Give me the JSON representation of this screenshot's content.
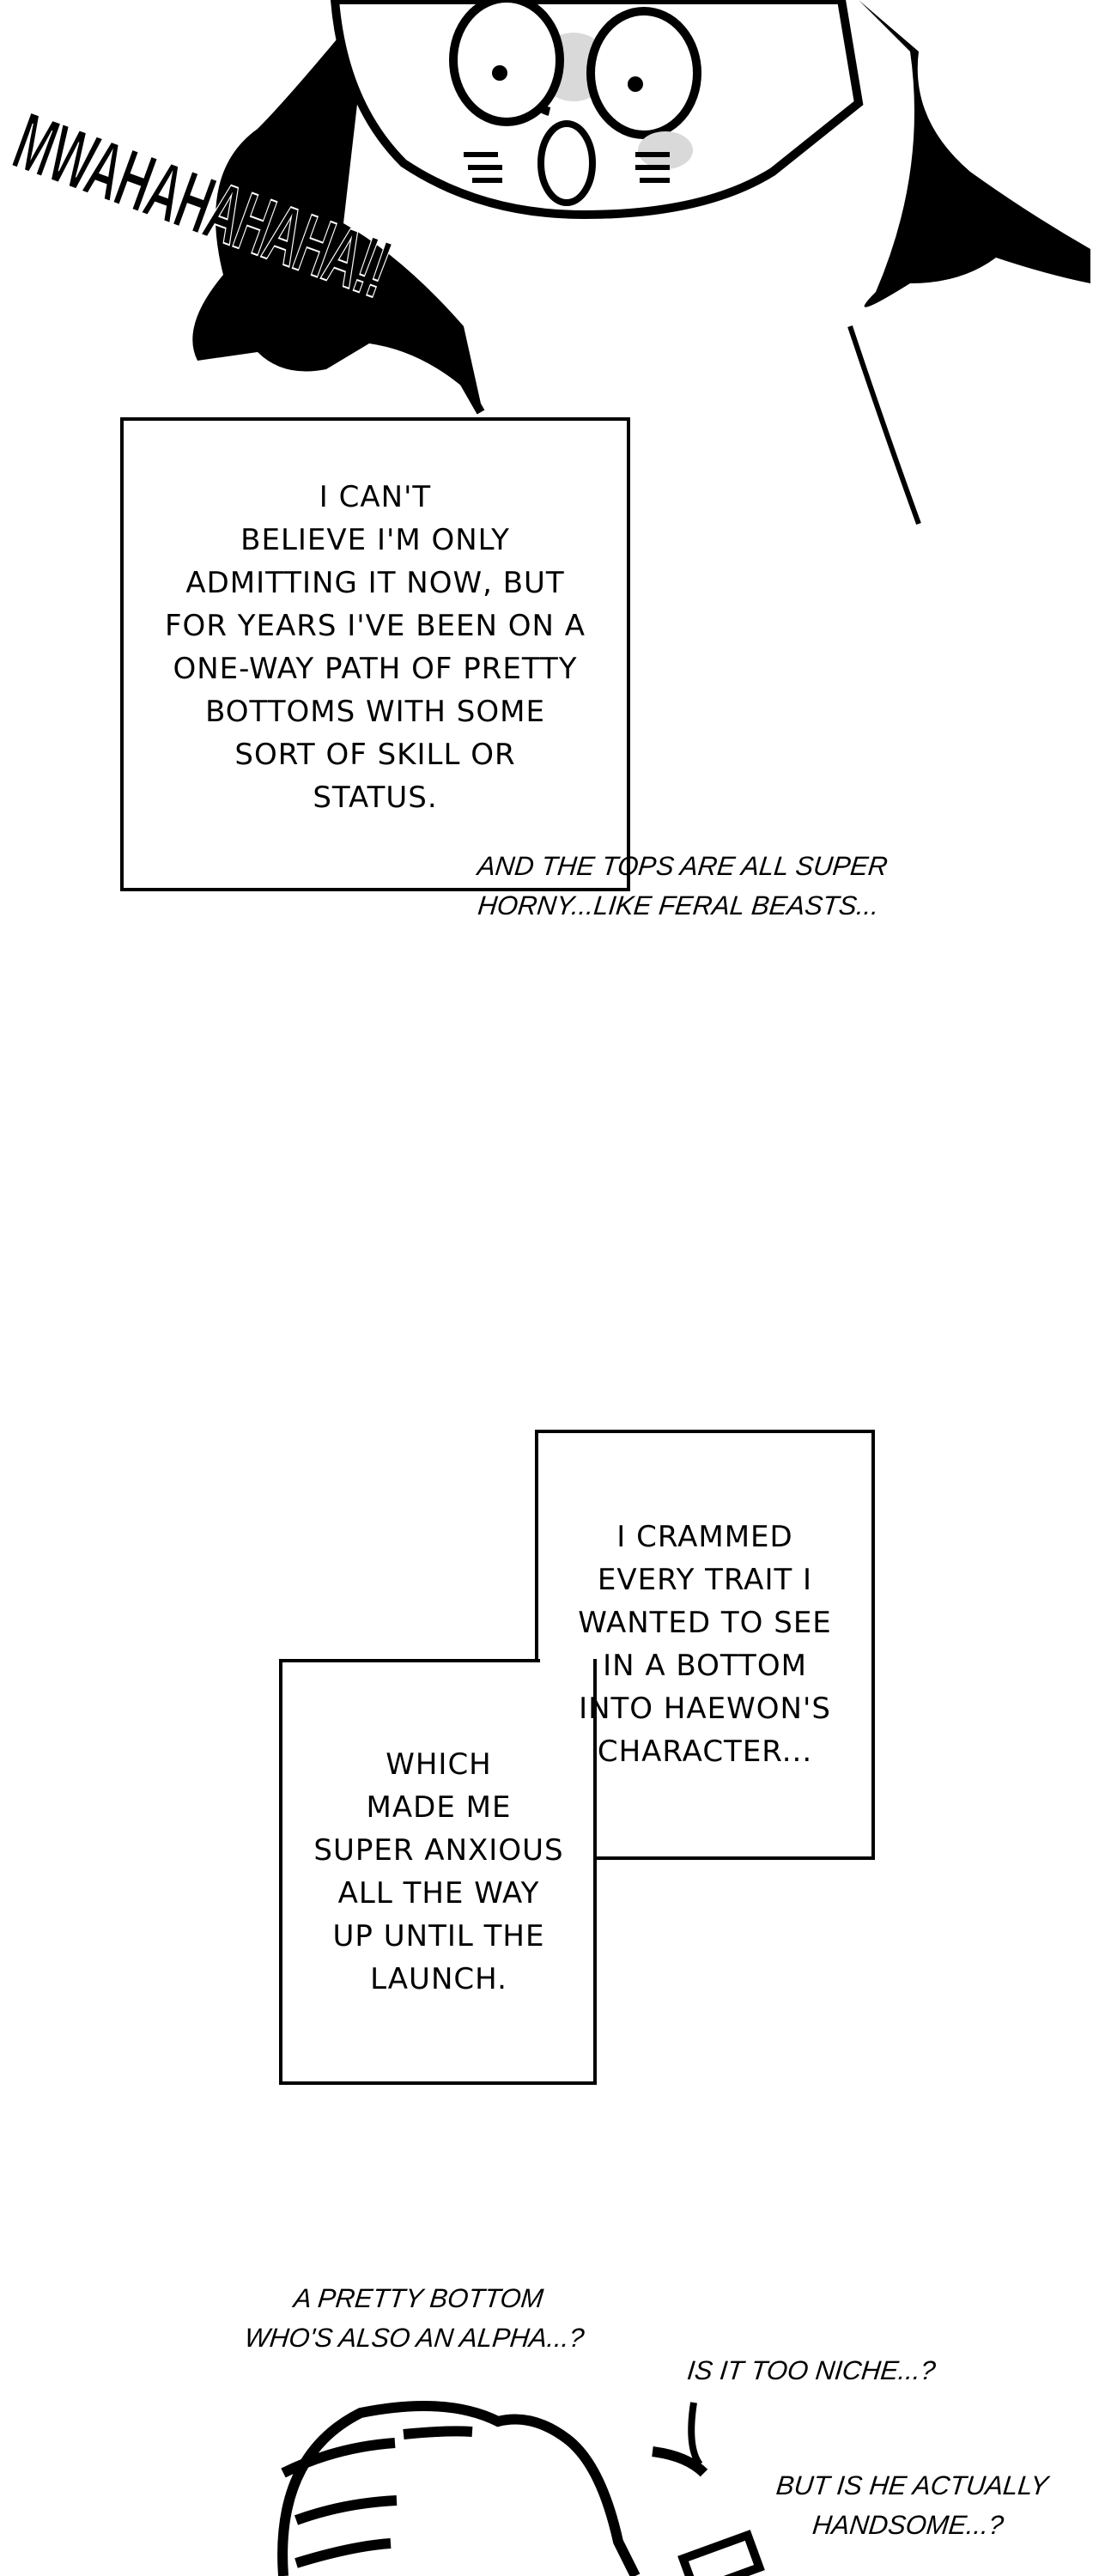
{
  "panel1": {
    "sound_effect": "MWAHAHAHAHA!!",
    "narration": "I CAN'T\nBELIEVE I'M ONLY\nADMITTING IT NOW, BUT\nFOR YEARS I'VE BEEN ON A\nONE-WAY PATH OF PRETTY\nBOTTOMS WITH SOME\nSORT OF SKILL OR\nSTATUS.",
    "aside": "AND THE TOPS ARE ALL SUPER\nHORNY...LIKE FERAL BEASTS..."
  },
  "panel2": {
    "narration_upper": "I CRAMMED\nEVERY TRAIT I\nWANTED TO SEE\nIN A BOTTOM\nINTO HAEWON'S\nCHARACTER...",
    "narration_lower": "WHICH\nMADE ME\nSUPER ANXIOUS\nALL THE WAY\nUP UNTIL THE\nLAUNCH."
  },
  "panel3": {
    "thought1": "A PRETTY BOTTOM\nWHO'S ALSO AN ALPHA...?",
    "thought2": "IS IT TOO NICHE...?",
    "thought3": "BUT IS HE ACTUALLY\nHANDSOME...?"
  }
}
